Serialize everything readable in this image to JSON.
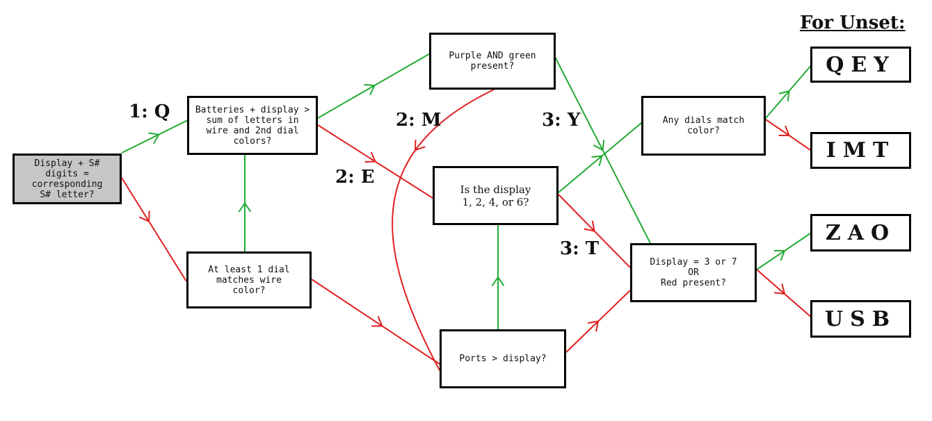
{
  "heading": "For Unset:",
  "nodes": {
    "start": "Display + S#\ndigits =\ncorresponding\nS# letter?",
    "batteries": "Batteries + display >\nsum of letters in\nwire and 2nd dial\ncolors?",
    "dial_wire": "At least 1 dial\nmatches wire\ncolor?",
    "purple_green": "Purple AND green\npresent?",
    "display_1246": "Is the display\n1, 2, 4, or 6?",
    "ports": "Ports > display?",
    "dials_match": "Any dials match\ncolor?",
    "display_37": "Display = 3 or 7\nOR\nRed present?"
  },
  "outputs": {
    "qey": "QEY",
    "imt": "IMT",
    "zao": "ZAO",
    "usb": "USB"
  },
  "labels": {
    "l1q": "1: Q",
    "l2m": "2: M",
    "l2e": "2: E",
    "l3y": "3: Y",
    "l3t": "3: T"
  },
  "colors": {
    "yes": "#22aa33",
    "no": "#e02020"
  }
}
